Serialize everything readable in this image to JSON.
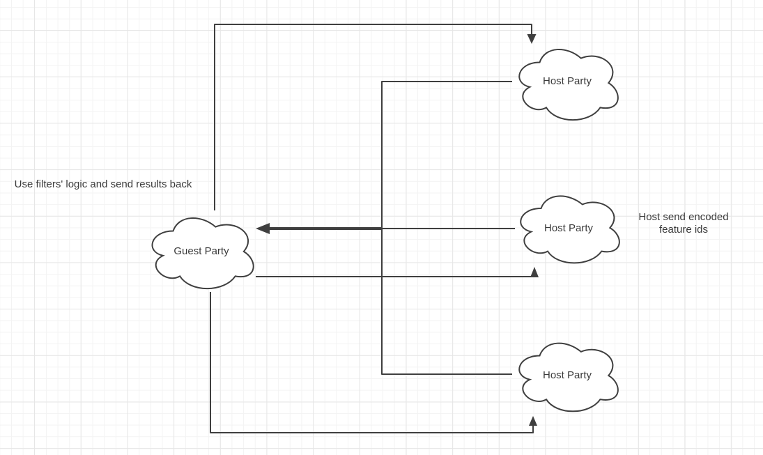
{
  "canvas": {
    "kind": "diagram-grid-canvas",
    "colors": {
      "background": "#ffffff",
      "grid_minor": "#f3f3f3",
      "grid_major": "#e6e6e6",
      "shape_stroke": "#3f3f3f",
      "shape_fill": "#ffffff",
      "text": "#3a3a3a"
    }
  },
  "nodes": {
    "guest": {
      "label": "Guest Party"
    },
    "host_top": {
      "label": "Host Party"
    },
    "host_middle": {
      "label": "Host Party"
    },
    "host_bottom": {
      "label": "Host Party"
    }
  },
  "annotations": {
    "left_note": "Use filters' logic and send results back",
    "right_note": "Host send encoded feature ids"
  }
}
